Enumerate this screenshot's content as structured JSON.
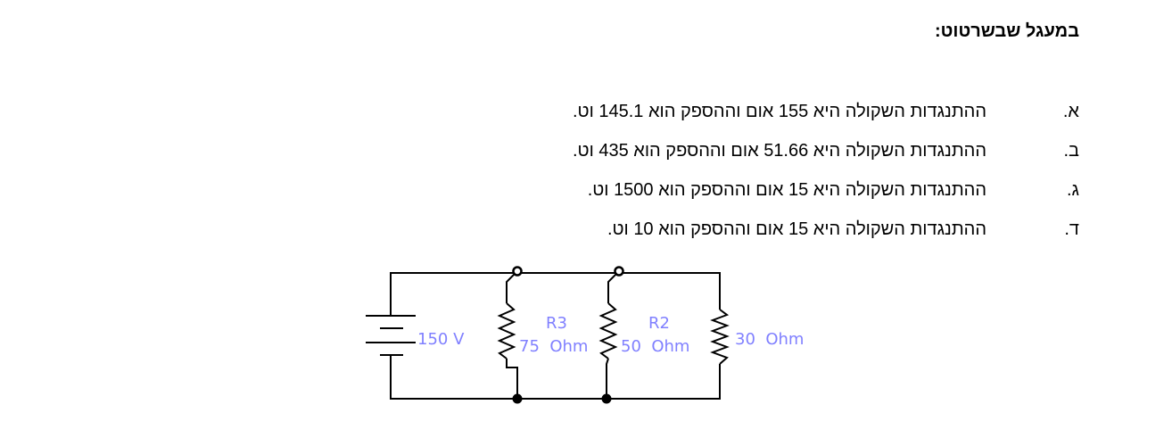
{
  "question": {
    "title": "במעגל שבשרטוט:",
    "options": [
      {
        "letter": "א.",
        "text": "ההתנגדות השקולה היא 155 אום וההספק הוא 145.1 וט."
      },
      {
        "letter": "ב.",
        "text": "ההתנגדות השקולה היא 51.66 אום וההספק הוא 435 וט."
      },
      {
        "letter": "ג.",
        "text": "ההתנגדות השקולה היא 15 אום וההספק הוא 1500 וט."
      },
      {
        "letter": "ד.",
        "text": "ההתנגדות השקולה היא 15 אום וההספק הוא 10 וט."
      }
    ]
  },
  "circuit": {
    "source_label": "150 V",
    "r3_name": "R3",
    "r3_value": "75  Ohm",
    "r2_name": "R2",
    "r2_value": "50  Ohm",
    "r1_value": "30  Ohm",
    "wire_color": "#000000",
    "label_color": "#8080ff"
  }
}
